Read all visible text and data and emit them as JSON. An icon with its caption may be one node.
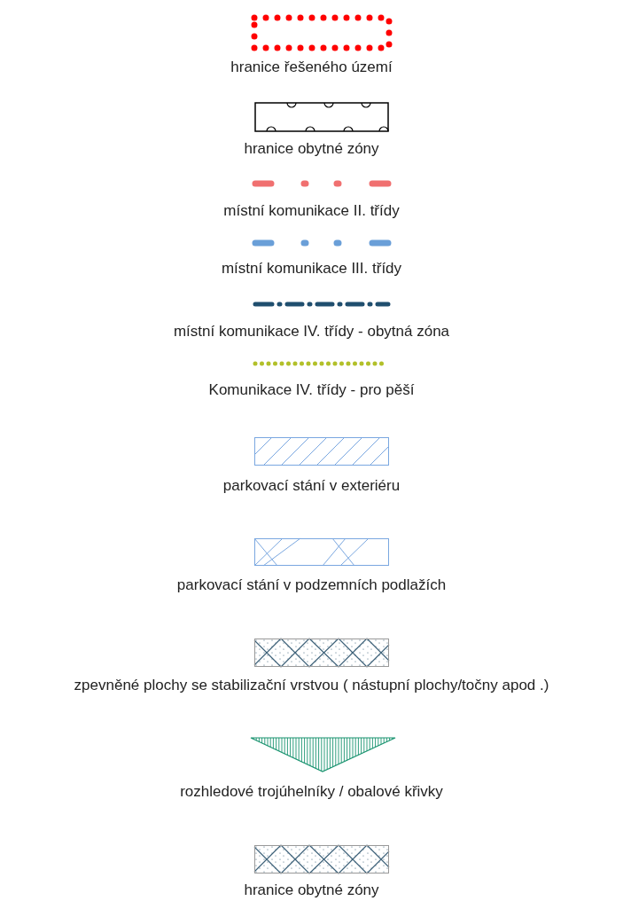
{
  "diagram": {
    "legend": [
      {
        "text": "hranice řešeného území"
      },
      {
        "text": "hranice obytné zóny"
      },
      {
        "text": "místní komunikace II. třídy"
      },
      {
        "text": "místní komunikace III. třídy"
      },
      {
        "text": "místní komunikace IV. třídy - obytná zóna"
      },
      {
        "text": "Komunikace IV. třídy - pro pěší"
      },
      {
        "text": "parkovací stání v exteriéru"
      },
      {
        "text": "parkovací stání v podzemních podlažích"
      },
      {
        "text": "zpevněné plochy se stabilizační vrstvou ( nástupní plochy/točny apod .)"
      },
      {
        "text": "rozhledové trojúhelníky / obalové křivky"
      },
      {
        "text": "hranice obytné zóny"
      }
    ]
  }
}
